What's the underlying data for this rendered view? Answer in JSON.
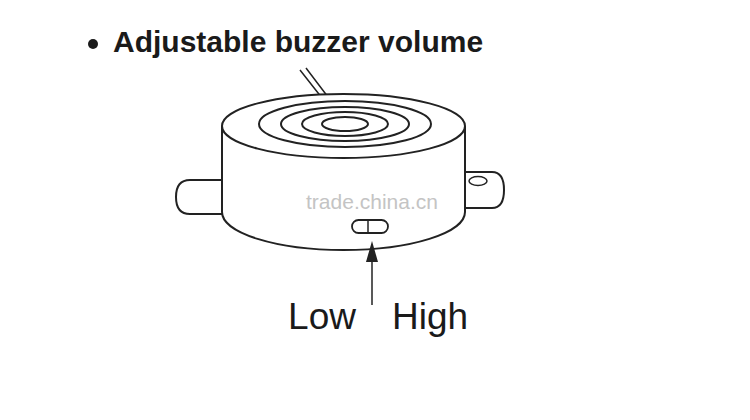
{
  "diagram": {
    "title": "Adjustable buzzer volume",
    "labels": [
      "trade.china.cn",
      "Low",
      "High"
    ]
  }
}
